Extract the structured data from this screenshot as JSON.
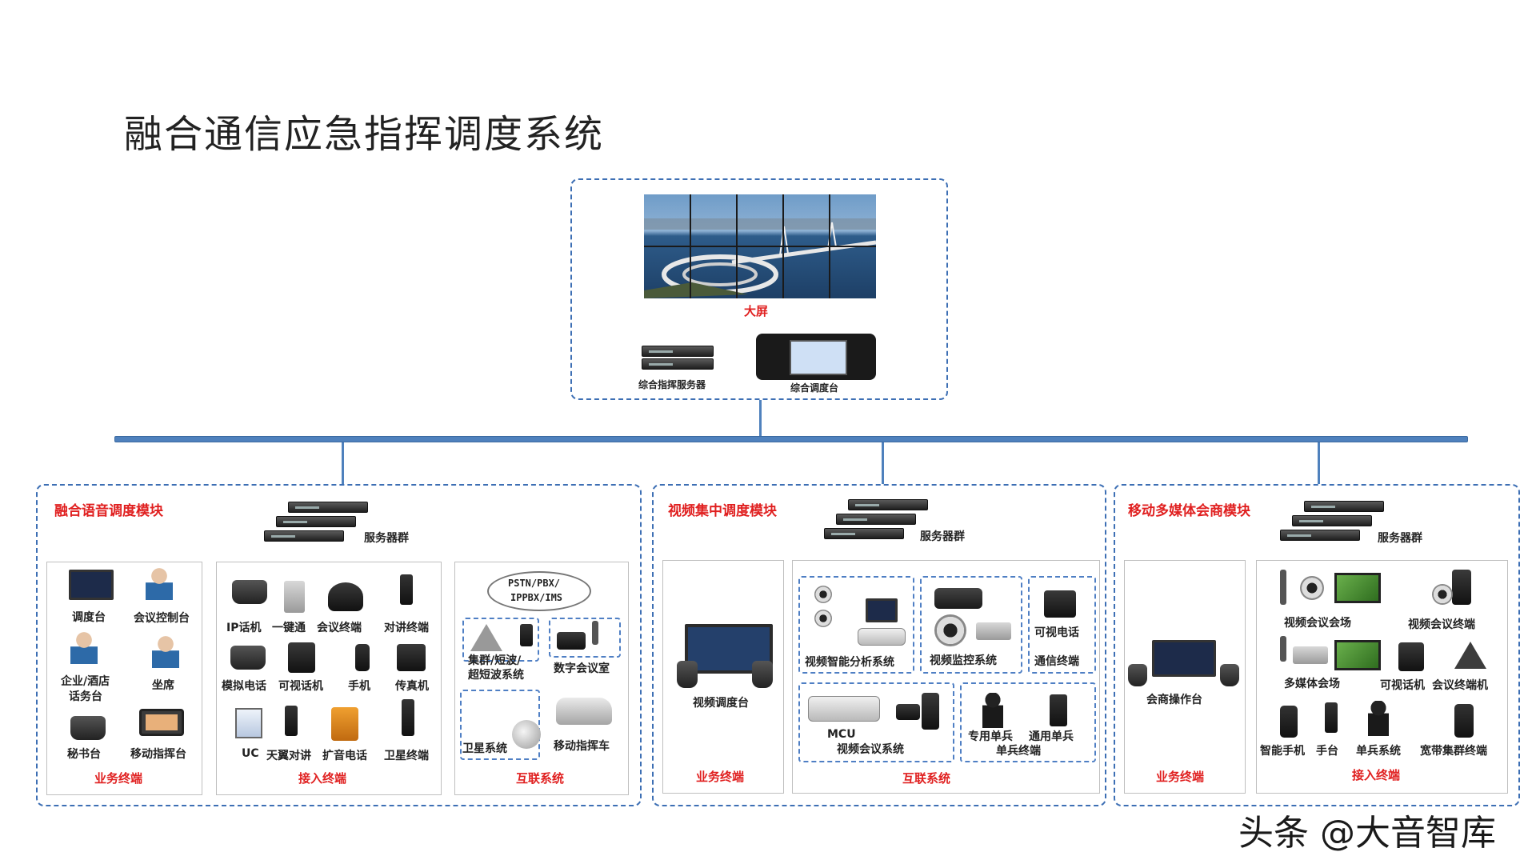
{
  "title": "融合通信应急指挥调度系统",
  "top": {
    "big_screen": "大屏",
    "server": "综合指挥服务器",
    "console": "综合调度台"
  },
  "voice": {
    "title": "融合语音调度模块",
    "servers": "服务器群",
    "business": {
      "items": [
        "调度台",
        "会议控制台",
        "企业/酒店",
        "话务台",
        "坐席",
        "秘书台",
        "移动指挥台"
      ],
      "footer": "业务终端"
    },
    "access": {
      "items": [
        "IP话机",
        "一键通",
        "会议终端",
        "对讲终端",
        "模拟电话",
        "可视话机",
        "手机",
        "传真机",
        "UC",
        "天翼对讲",
        "扩音电话",
        "卫星终端"
      ],
      "footer": "接入终端"
    },
    "interconnect": {
      "cloud": [
        "PSTN/PBX/",
        "IPPBX/IMS"
      ],
      "items": [
        "集群/短波/",
        "超短波系统",
        "数字会议室",
        "卫星系统",
        "移动指挥车"
      ],
      "footer": "互联系统"
    }
  },
  "video": {
    "title": "视频集中调度模块",
    "servers": "服务器群",
    "business": {
      "items": [
        "视频调度台"
      ],
      "footer": "业务终端"
    },
    "interconnect": {
      "items": [
        "视频智能分析系统",
        "视频监控系统",
        "可视电话",
        "通信终端",
        "MCU",
        "视频会议系统",
        "专用单兵",
        "通用单兵",
        "单兵终端"
      ],
      "footer": "互联系统"
    }
  },
  "mobile": {
    "title": "移动多媒体会商模块",
    "servers": "服务器群",
    "business": {
      "items": [
        "会商操作台"
      ],
      "footer": "业务终端"
    },
    "access": {
      "items": [
        "视频会议会场",
        "视频会议终端",
        "多媒体会场",
        "可视话机",
        "会议终端机",
        "智能手机",
        "手台",
        "单兵系统",
        "宽带集群终端"
      ],
      "footer": "接入终端"
    }
  },
  "watermark": "头条 @大音智库",
  "colors": {
    "accent": "#3d6fb4",
    "bus": "#4f81bd",
    "label_red": "#e02020"
  }
}
